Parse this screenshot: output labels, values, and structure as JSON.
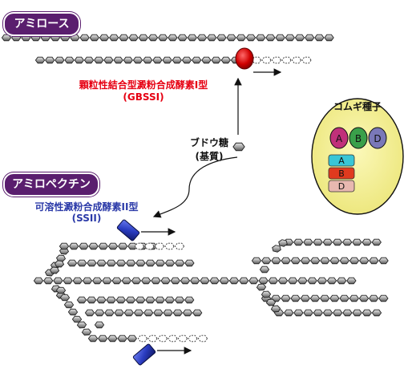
{
  "labels": {
    "amylose": "アミロース",
    "amylopectin": "アミロペクチン",
    "gbssi_name": "顆粒性結合型澱粉合成酵素I型",
    "gbssi_abbr": "(GBSSI)",
    "ssii_name": "可溶性澱粉合成酵素II型",
    "ssii_abbr": "(SSII)",
    "substrate_line1": "ブドウ糖",
    "substrate_line2": "(基質)",
    "wheat_seed": "コムギ種子"
  },
  "wheat_genomes": {
    "circles": [
      {
        "label": "A",
        "color": "#c0307a"
      },
      {
        "label": "B",
        "color": "#3aa04a"
      },
      {
        "label": "D",
        "color": "#7a78b8"
      }
    ],
    "blocks": [
      {
        "label": "A",
        "color": "#39c6d6"
      },
      {
        "label": "B",
        "color": "#e03a1e"
      },
      {
        "label": "D",
        "color": "#e8b8b0"
      }
    ]
  },
  "colors": {
    "badge_purple": "#5a1e6e",
    "gbssi_enzyme": "#cc0000",
    "ssii_enzyme": "#2233aa",
    "seed_fill": "#f6f29a",
    "glucose_fill": "#9a9a9a"
  }
}
